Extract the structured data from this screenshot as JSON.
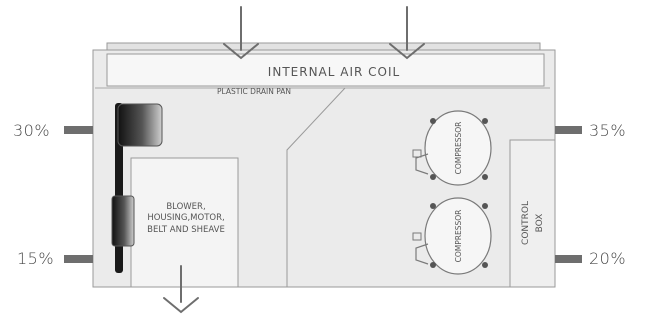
{
  "labels": {
    "coil": "INTERNAL AIR COIL",
    "drain_pan": "PLASTIC DRAIN PAN",
    "blower_lines": [
      "BLOWER,",
      "HOUSING,MOTOR,",
      "BELT AND SHEAVE"
    ],
    "compressor": "COMPRESSOR",
    "control_box_lines": [
      "CONTROL",
      "BOX"
    ]
  },
  "percentages": {
    "left_upper": "30%",
    "left_lower": "15%",
    "right_upper": "35%",
    "right_lower": "20%"
  },
  "colors": {
    "cabinet": "#ebebeb",
    "outline": "#9a9a9a",
    "arrow": "#6e6e6e",
    "motor_dark": "#1a1a1a"
  }
}
